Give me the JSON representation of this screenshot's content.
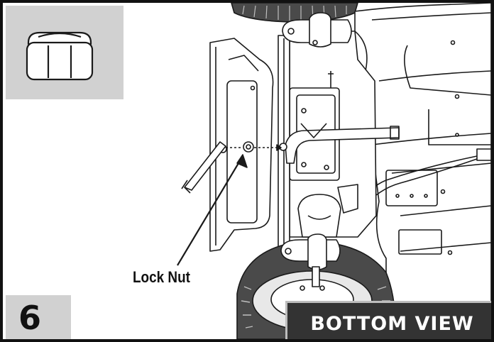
{
  "figure": {
    "step_number": "6",
    "view_label": "BOTTOM VIEW",
    "callout_label": "Lock Nut",
    "parts_icon": "lock-nut-icon"
  },
  "colors": {
    "frame": "#111111",
    "panel_gray": "#d1d1d1",
    "label_dark": "#333333",
    "tire": "#4a4a4a",
    "line_art": "#1a1a1a"
  }
}
